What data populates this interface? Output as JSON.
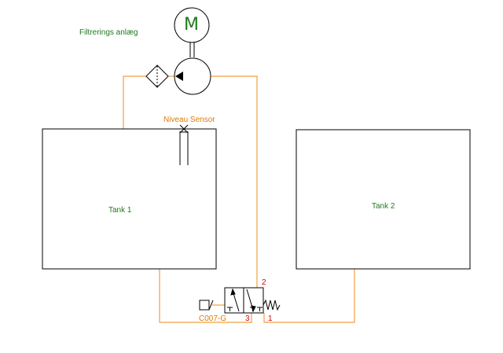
{
  "title": "Filtrerings anlæg",
  "motor": {
    "symbol": "M"
  },
  "sensor": {
    "label": "Niveau Sensor"
  },
  "tanks": [
    {
      "label": "Tank 1"
    },
    {
      "label": "Tank 2"
    }
  ],
  "valve": {
    "code": "C007-G",
    "ports": {
      "p1": "1",
      "p2": "2",
      "p3": "3"
    }
  },
  "colors": {
    "pipe": "#f0a040",
    "label_green": "#1e7a1e",
    "label_orange": "#e07b00",
    "port_red": "#e00000",
    "outline": "#000000"
  }
}
